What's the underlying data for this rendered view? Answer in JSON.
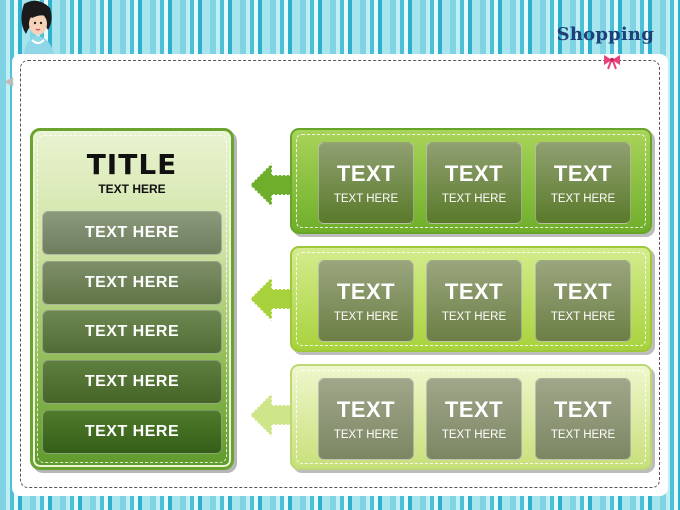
{
  "brand": {
    "logo_text": "Shopping"
  },
  "left_panel": {
    "title": "TITLE",
    "subtitle": "TEXT HERE",
    "items": [
      {
        "label": "TEXT HERE"
      },
      {
        "label": "TEXT HERE"
      },
      {
        "label": "TEXT HERE"
      },
      {
        "label": "TEXT HERE"
      },
      {
        "label": "TEXT HERE"
      }
    ]
  },
  "rows": [
    {
      "cells": [
        {
          "title": "TEXT",
          "subtitle": "TEXT HERE"
        },
        {
          "title": "TEXT",
          "subtitle": "TEXT HERE"
        },
        {
          "title": "TEXT",
          "subtitle": "TEXT HERE"
        }
      ]
    },
    {
      "cells": [
        {
          "title": "TEXT",
          "subtitle": "TEXT HERE"
        },
        {
          "title": "TEXT",
          "subtitle": "TEXT HERE"
        },
        {
          "title": "TEXT",
          "subtitle": "TEXT HERE"
        }
      ]
    },
    {
      "cells": [
        {
          "title": "TEXT",
          "subtitle": "TEXT HERE"
        },
        {
          "title": "TEXT",
          "subtitle": "TEXT HERE"
        },
        {
          "title": "TEXT",
          "subtitle": "TEXT HERE"
        }
      ]
    }
  ],
  "colors": {
    "stripe_accent": "#4fbfd6",
    "green_dark": "#345e18",
    "green_mid": "#6fae2a",
    "green_light": "#c8e07a",
    "bow": "#e8427a",
    "logo": "#1f3f78"
  },
  "icons": {
    "character": "cartoon-girl-illustration",
    "bow": "pink-bow-icon",
    "arrow": "left-arrow-icon"
  }
}
